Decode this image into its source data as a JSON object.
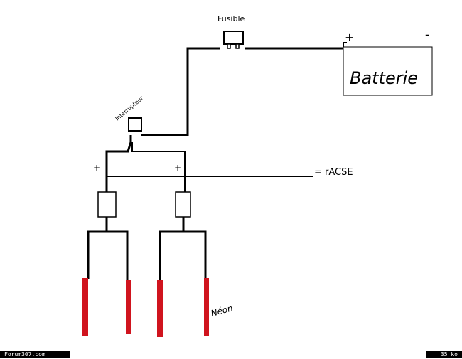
{
  "labels": {
    "fuse": "Fusible",
    "switch": "Interrupteur",
    "battery": "Batterie",
    "battery_plus": "+",
    "battery_minus": "-",
    "relay1_plus": "+",
    "relay2_plus": "+",
    "accessory": "= rACSE",
    "neon": "Néon"
  },
  "footer": {
    "site": "Forum307.com",
    "size": "35 ko"
  },
  "colors": {
    "tube": "#d0141e",
    "wire": "#000000"
  }
}
